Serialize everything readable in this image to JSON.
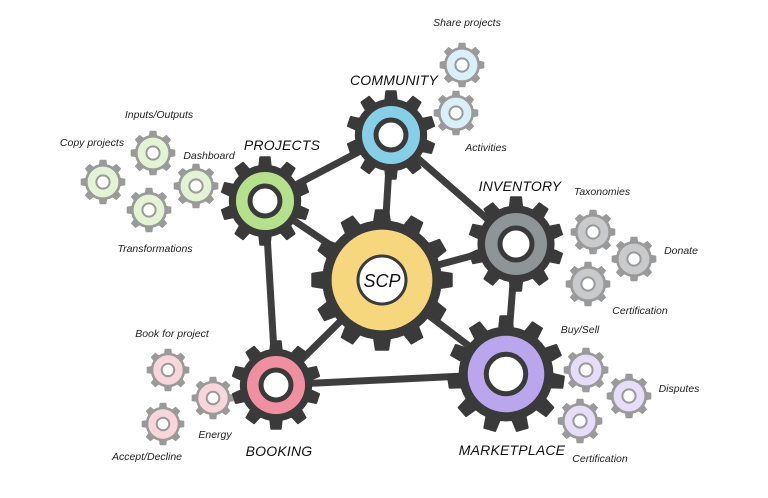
{
  "center": {
    "label": "SCP",
    "color": "#f7d77e"
  },
  "modules": {
    "community": {
      "label": "COMMUNITY",
      "color": "#86cfe6"
    },
    "projects": {
      "label": "PROJECTS",
      "color": "#b5e08c"
    },
    "inventory": {
      "label": "INVENTORY",
      "color": "#8f9497"
    },
    "marketplace": {
      "label": "MARKETPLACE",
      "color": "#b9a6ec"
    },
    "booking": {
      "label": "BOOKING",
      "color": "#ef8fa0"
    }
  },
  "features": {
    "community": [
      "Share projects",
      "Activities"
    ],
    "projects": [
      "Inputs/Outputs",
      "Copy projects",
      "Dashboard",
      "Transformations"
    ],
    "inventory": [
      "Taxonomies",
      "Donate",
      "Certification"
    ],
    "marketplace": [
      "Buy/Sell",
      "Disputes",
      "Certification"
    ],
    "booking": [
      "Book for project",
      "Energy",
      "Accept/Decline"
    ]
  },
  "feature_colors": {
    "community": "#d9f0f8",
    "projects": "#e3f3d3",
    "inventory": "#c8cacb",
    "marketplace": "#e6ddf9",
    "booking": "#f9d6dc"
  }
}
